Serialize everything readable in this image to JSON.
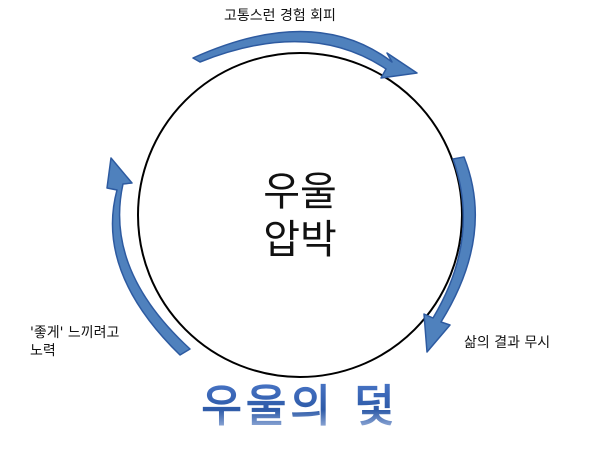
{
  "center": {
    "line1": "우울",
    "line2": "압박"
  },
  "cycle": [
    {
      "id": "top",
      "text": "고통스런 경험 회피"
    },
    {
      "id": "right",
      "text": "삶의 결과 무시"
    },
    {
      "id": "left",
      "line1": "'좋게' 느끼려고",
      "line2": "노력"
    }
  ],
  "title": "우울의 덫",
  "colors": {
    "arrow_fill": "#4f81bd",
    "arrow_stroke": "#2d5aa0",
    "circle_stroke": "#000000",
    "title": "#3a67b8"
  }
}
